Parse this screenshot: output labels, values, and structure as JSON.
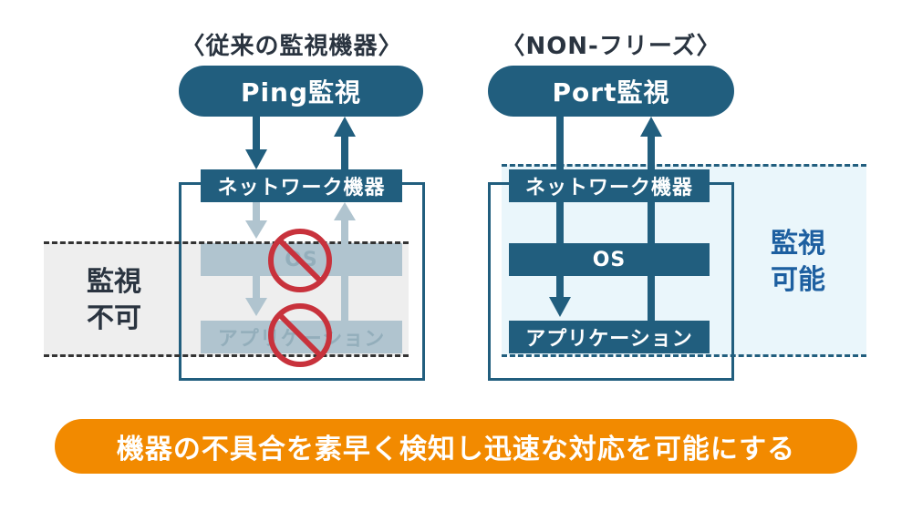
{
  "left": {
    "heading": "〈従来の監視機器〉",
    "top_pill": "Ping監視",
    "network": "ネットワーク機器",
    "os": "OS",
    "app": "アプリケーション",
    "zone_label": "監視\n不可"
  },
  "right": {
    "heading": "〈NON-フリーズ〉",
    "top_pill": "Port監視",
    "network": "ネットワーク機器",
    "os": "OS",
    "app": "アプリケーション",
    "zone_label": "監視\n可能"
  },
  "footer": "機器の不具合を素早く検知し迅速な対応を可能にする",
  "colors": {
    "primary": "#215e7e",
    "faded": "#b0c4cf",
    "prohibit": "#c8323c",
    "footer": "#f28a00",
    "blue_zone_text": "#1d5fa0"
  }
}
